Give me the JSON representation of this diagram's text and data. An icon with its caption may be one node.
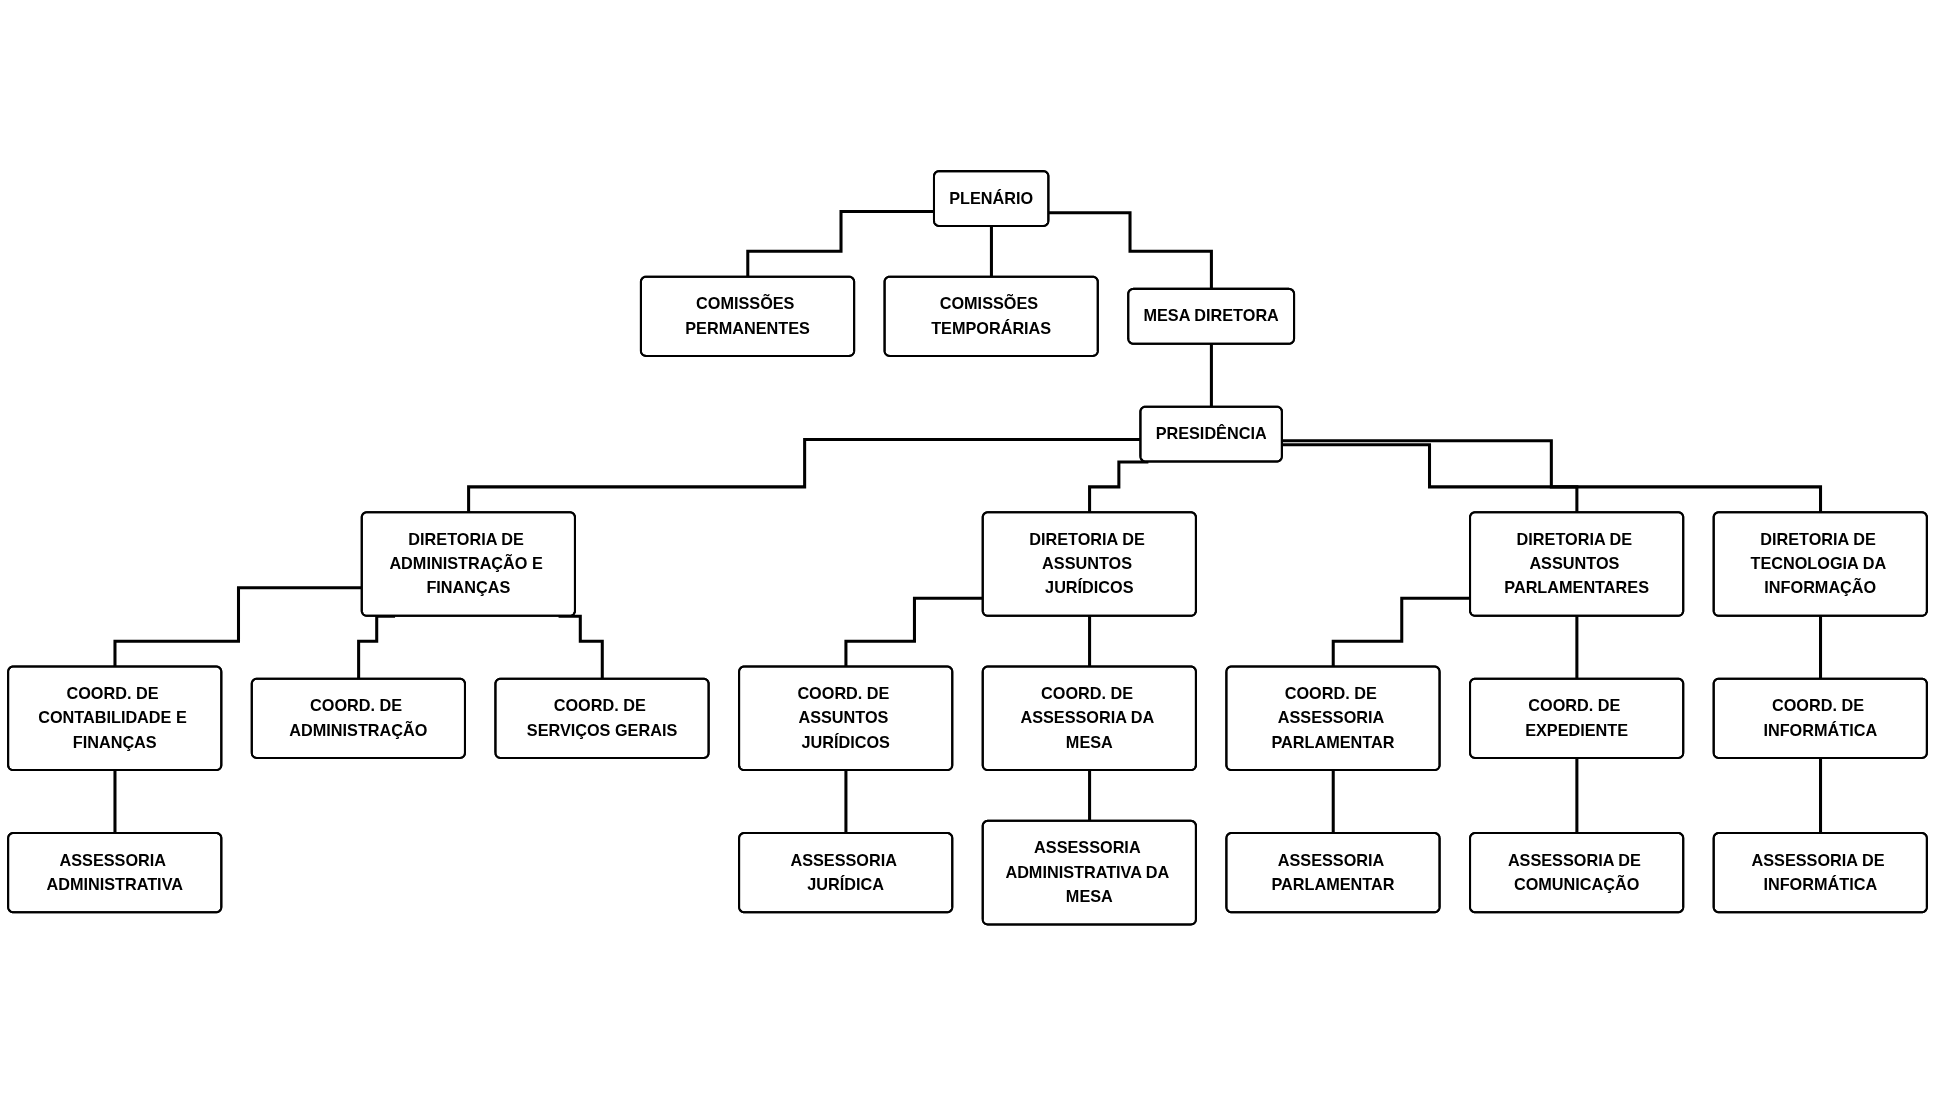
{
  "diagram": {
    "nodes": [
      {
        "text": [
          "PLENÁRIO"
        ]
      },
      {
        "text": [
          "COMISSÕES PERMANENTES"
        ]
      },
      {
        "text": [
          "COMISSÕES TEMPORÁRIAS"
        ]
      },
      {
        "text": [
          "MESA DIRETORA"
        ]
      },
      {
        "text": [
          "PRESIDÊNCIA"
        ]
      },
      {
        "text": [
          "DIRETORIA DE ADMINISTRAÇÃO E FINANÇAS"
        ]
      },
      {
        "text": [
          "DIRETORIA DE ASSUNTOS JURÍDICOS"
        ]
      },
      {
        "text": [
          "DIRETORIA DE ASSUNTOS PARLAMENTARES"
        ]
      },
      {
        "text": [
          "DIRETORIA DE TECNOLOGIA DA INFORMAÇÃO"
        ]
      },
      {
        "text": [
          "COORD. DE CONTABILIDADE E FINANÇAS"
        ]
      },
      {
        "text": [
          "COORD. DE ADMINISTRAÇÃO"
        ]
      },
      {
        "text": [
          "COORD. DE SERVIÇOS GERAIS"
        ]
      },
      {
        "text": [
          "COORD. DE ASSUNTOS JURÍDICOS"
        ]
      },
      {
        "text": [
          "COORD. DE ASSESSORIA DA MESA"
        ]
      },
      {
        "text": [
          "COORD. DE ASSESSORIA PARLAMENTAR"
        ]
      },
      {
        "text": [
          "COORD. DE EXPEDIENTE"
        ]
      },
      {
        "text": [
          "COORD. DE INFORMÁTICA"
        ]
      },
      {
        "text": [
          "ASSESSORIA ADMINISTRATIVA"
        ]
      },
      {
        "text": [
          "ASSESSORIA JURÍDICA"
        ]
      },
      {
        "text": [
          "ASSESSORIA ADMINISTRATIVA DA MESA"
        ]
      },
      {
        "text": [
          "ASSESSORIA PARLAMENTAR"
        ]
      },
      {
        "text": [
          "ASSESSORIA DE COMUNICAÇÃO"
        ]
      },
      {
        "text": [
          "ASSESSORIA DE INFORMÁTICA"
        ]
      }
    ],
    "edges": [
      {
        "from": 0,
        "to": 1,
        "arrow": "none"
      },
      {
        "from": 0,
        "to": 2,
        "arrow": "none"
      },
      {
        "from": 0,
        "to": 3,
        "arrow": "none"
      },
      {
        "from": 3,
        "to": 4,
        "arrow": "none"
      },
      {
        "from": 4,
        "to": 5,
        "arrow": "none"
      },
      {
        "from": 4,
        "to": 6,
        "arrow": "none"
      },
      {
        "from": 4,
        "to": 7,
        "arrow": "none"
      },
      {
        "from": 4,
        "to": 8,
        "arrow": "none"
      },
      {
        "from": 5,
        "to": 9,
        "arrow": "none"
      },
      {
        "from": 5,
        "to": 10,
        "arrow": "none"
      },
      {
        "from": 5,
        "to": 11,
        "arrow": "none"
      },
      {
        "from": 6,
        "to": 12,
        "arrow": "none"
      },
      {
        "from": 6,
        "to": 13,
        "arrow": "none"
      },
      {
        "from": 7,
        "to": 14,
        "arrow": "none"
      },
      {
        "from": 7,
        "to": 15,
        "arrow": "none"
      },
      {
        "from": 8,
        "to": 16,
        "arrow": "none"
      },
      {
        "from": 9,
        "to": 17,
        "arrow": "none"
      },
      {
        "from": 12,
        "to": 18,
        "arrow": "none"
      },
      {
        "from": 13,
        "to": 19,
        "arrow": "none"
      },
      {
        "from": 14,
        "to": 20,
        "arrow": "none"
      },
      {
        "from": 15,
        "to": 21,
        "arrow": "none"
      },
      {
        "from": 16,
        "to": 22,
        "arrow": "none"
      }
    ]
  }
}
